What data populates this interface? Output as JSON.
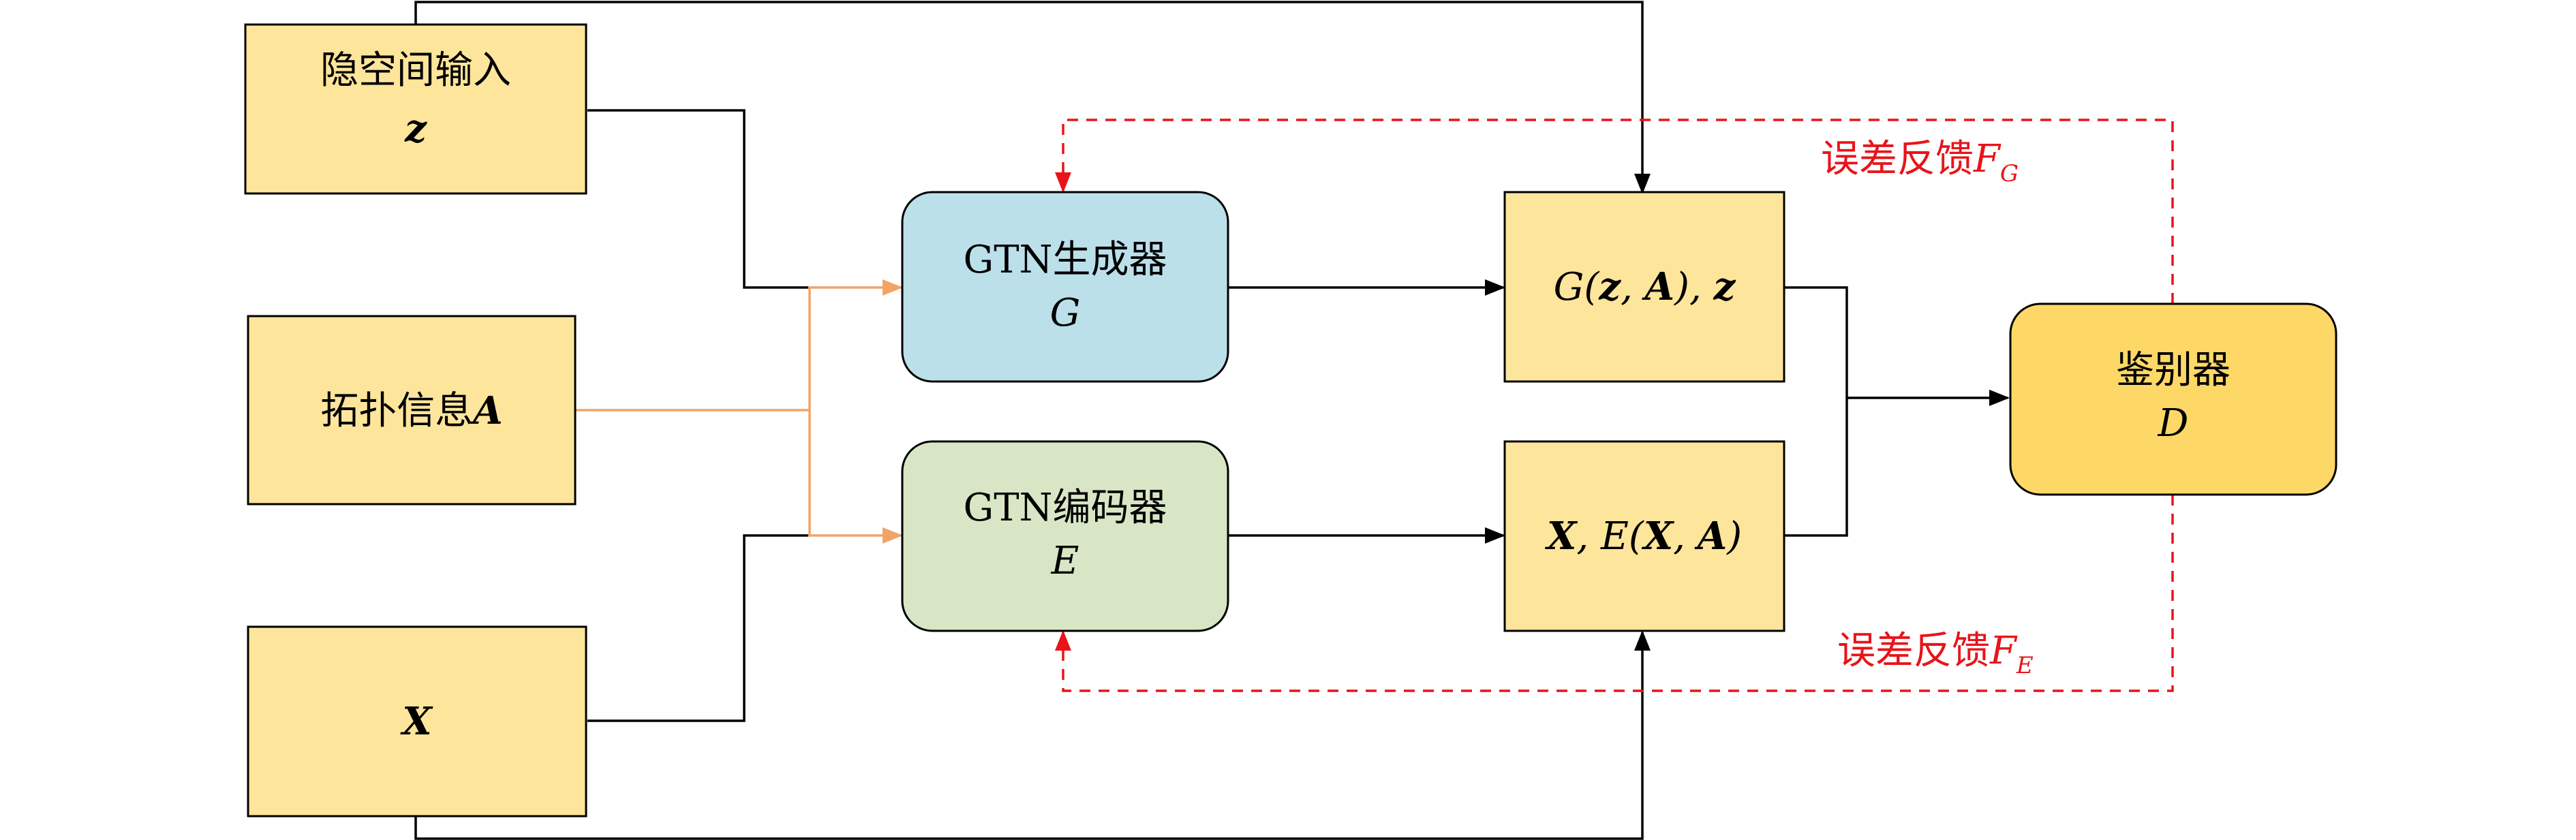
{
  "nodes": {
    "latent": {
      "label": "隐空间输入",
      "symbol": "z"
    },
    "topology": {
      "label": "拓扑信息",
      "symbol": "A"
    },
    "features": {
      "symbol": "X"
    },
    "generator": {
      "label": "GTN生成器",
      "symbol": "G"
    },
    "encoder": {
      "label": "GTN编码器",
      "symbol": "E"
    },
    "gen_output": {
      "parts": [
        "G(",
        "z",
        ", ",
        "A",
        "), ",
        "z"
      ]
    },
    "enc_output": {
      "parts": [
        "X",
        ", ",
        "E(",
        "X",
        ", ",
        "A",
        ")"
      ]
    },
    "discriminator": {
      "label": "鉴别器",
      "symbol": "D"
    }
  },
  "feedback": {
    "generator": {
      "label": "误差反馈",
      "symbol": "F",
      "subscript": "G"
    },
    "encoder": {
      "label": "误差反馈",
      "symbol": "F",
      "subscript": "E"
    }
  },
  "colors": {
    "input_box": "#fde59c",
    "generator_box": "#bbe0ea",
    "encoder_box": "#d8e6c5",
    "discriminator_box": "#fdd866",
    "topology_edge": "#f0a468",
    "feedback_edge": "#e8141a"
  }
}
